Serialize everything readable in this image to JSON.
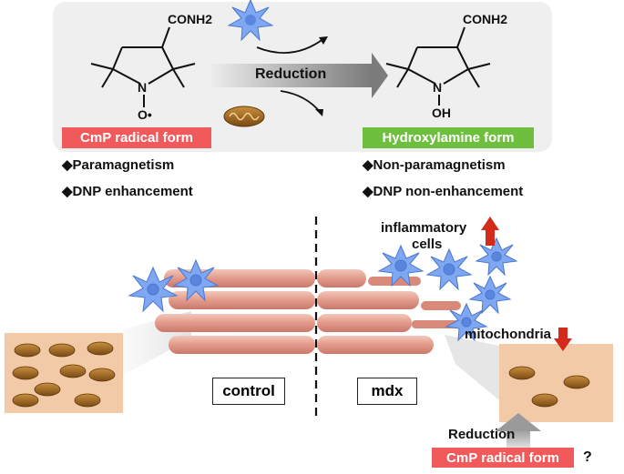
{
  "colors": {
    "panel_bg": "#efefef",
    "radical_tag": "#f05a5a",
    "hydroxyl_tag": "#6fbf3f",
    "arrow_gray": "#8a8a8a",
    "up_down_arrow_red": "#d42a1c",
    "muscle_fiber": "#e6a294",
    "immune_cell": "#7fa7f2",
    "mito_panel_bg": "#f3caa8",
    "mito_body": "#a86f2a"
  },
  "top_panel": {
    "left_molecule": {
      "substituent": "CONH2",
      "ring_n": "N",
      "radical": "O•"
    },
    "right_molecule": {
      "substituent": "CONH2",
      "ring_n": "N",
      "hydroxyl": "OH"
    },
    "reduction_label": "Reduction",
    "radical_tag": "CmP radical form",
    "hydroxylamine_tag": "Hydroxylamine form",
    "left_bullets": [
      "◆Paramagnetism",
      "◆DNP enhancement"
    ],
    "right_bullets": [
      "◆Non-paramagnetism",
      "◆DNP non-enhancement"
    ],
    "icons": [
      "immune-cell-icon",
      "mitochondrion-icon"
    ]
  },
  "bottom_panel": {
    "inflammatory_label_line1": "inflammatory",
    "inflammatory_label_line2": "cells",
    "mitochondria_label": "mitochondria",
    "control_label": "control",
    "mdx_label": "mdx",
    "reduction_label": "Reduction",
    "radical_tag": "CmP radical form",
    "question": "?"
  }
}
